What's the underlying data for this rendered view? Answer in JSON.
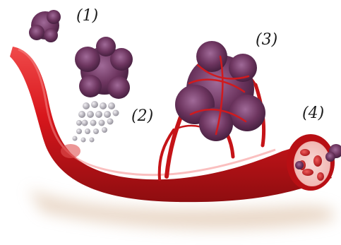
{
  "labels": {
    "stage_1": "(1)",
    "stage_2": "(2)",
    "stage_3": "(3)",
    "stage_4": "(4)"
  },
  "colors": {
    "vessel": "#d8161c",
    "vessel_dark": "#8e0d10",
    "vessel_highlight": "#f25a5a",
    "tumor": "#5b2b54",
    "tumor_light": "#8a4f83",
    "cell": "#bfbcc4",
    "shadow": "#d8b79a"
  }
}
